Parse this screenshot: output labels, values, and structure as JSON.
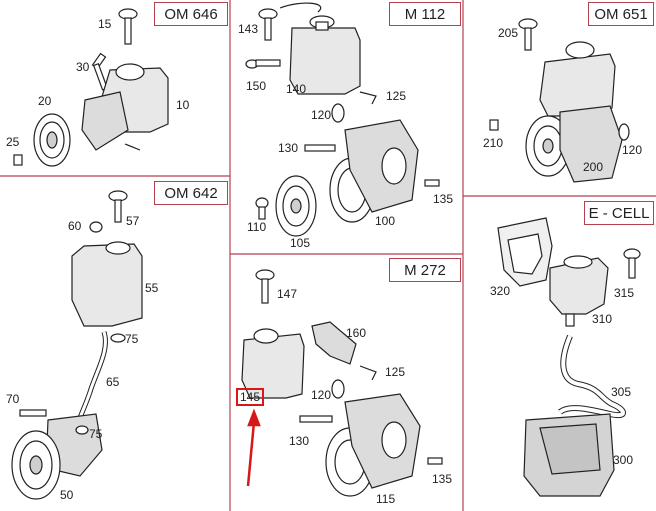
{
  "panels": {
    "om646": {
      "title": "OM 646",
      "labels": {
        "l15": "15",
        "l30": "30",
        "l20": "20",
        "l10": "10",
        "l25": "25"
      }
    },
    "m112": {
      "title": "M 112",
      "labels": {
        "l143": "143",
        "l140": "140",
        "l150": "150",
        "l125": "125",
        "l120": "120",
        "l130": "130",
        "l135": "135",
        "l110": "110",
        "l105": "105",
        "l100": "100"
      }
    },
    "om651": {
      "title": "OM 651",
      "labels": {
        "l205": "205",
        "l210": "210",
        "l200": "200",
        "l120": "120"
      }
    },
    "om642": {
      "title": "OM 642",
      "labels": {
        "l60": "60",
        "l57": "57",
        "l55": "55",
        "l75a": "75",
        "l65": "65",
        "l70": "70",
        "l75b": "75",
        "l50": "50"
      }
    },
    "m272": {
      "title": "M 272",
      "labels": {
        "l147": "147",
        "l160": "160",
        "l145": "145",
        "l125": "125",
        "l120": "120",
        "l130": "130",
        "l135": "135",
        "l115": "115"
      }
    },
    "ecell": {
      "title": "E - CELL",
      "labels": {
        "l320": "320",
        "l315": "315",
        "l310": "310",
        "l305": "305",
        "l300": "300"
      }
    }
  },
  "highlight": {
    "part": "145",
    "color": "#d81818"
  },
  "colors": {
    "divider": "#b4424e",
    "line": "#222222",
    "part_shade": "#d9d9d9"
  }
}
